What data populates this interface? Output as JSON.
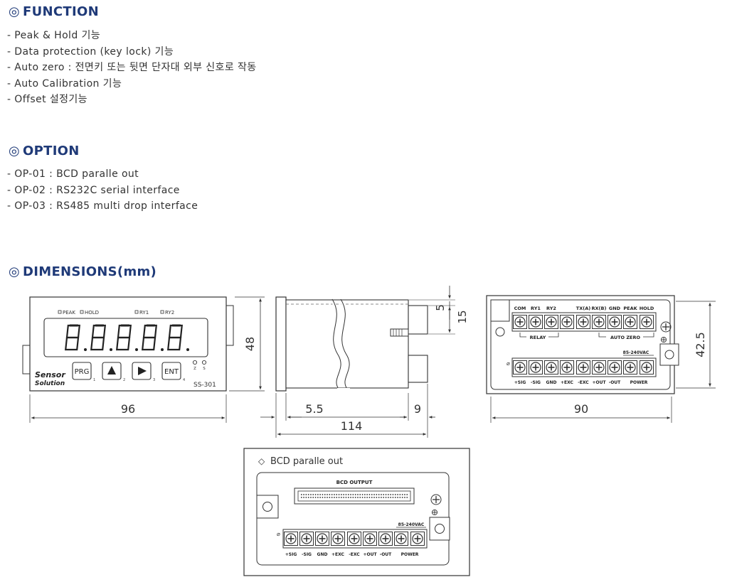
{
  "function": {
    "title_mark": "◎",
    "title": "FUNCTION",
    "items": [
      "- Peak & Hold 기능",
      "- Data protection (key lock) 기능",
      "- Auto zero : 전면키 또는 뒷면 단자대 외부 신호로 작동",
      "- Auto Calibration 기능",
      "- Offset 설정기능"
    ]
  },
  "option": {
    "title_mark": "◎",
    "title": "OPTION",
    "items": [
      "- OP-01 : BCD paralle out",
      "- OP-02 : RS232C serial interface",
      "- OP-03 : RS485 multi drop interface"
    ]
  },
  "dimensions": {
    "title_mark": "◎",
    "title": "DIMENSIONS(mm)",
    "front": {
      "indicators": [
        "PEAK",
        "HOLD",
        "RY1",
        "RY2"
      ],
      "digits": [
        "8.",
        "8.",
        "8.",
        "8.",
        "8."
      ],
      "buttons": [
        "PRG",
        "▲",
        "▶",
        "ENT"
      ],
      "button_numbers": [
        "1",
        "2",
        "3",
        "4"
      ],
      "aux_labels": [
        "Z",
        "S"
      ],
      "logo_line1": "Sensor",
      "logo_line2": "Solution",
      "model": "SS-301",
      "width_dim": "96",
      "height_dim": "48"
    },
    "side": {
      "dim_a": "5.5",
      "dim_b": "9",
      "dim_total": "114",
      "dim_top1": "5",
      "dim_top2": "15"
    },
    "rear": {
      "top_labels": [
        "COM",
        "RY1",
        "RY2",
        "TX(A)",
        "RX(B)",
        "GND",
        "PEAK",
        "HOLD"
      ],
      "group_relay": "RELAY",
      "group_auto_zero": "AUTO ZERO",
      "power_spec": "85-240VAC",
      "bottom_labels": [
        "+SIG",
        "-SIG",
        "GND",
        "+EXC",
        "-EXC",
        "+OUT",
        "-OUT",
        "POWER"
      ],
      "width_dim": "90",
      "height_dim": "42.5"
    },
    "bcd": {
      "title_mark": "◇",
      "title": "BCD paralle out",
      "connector_label": "BCD OUTPUT",
      "power_spec": "85-240VAC",
      "bottom_labels": [
        "+SIG",
        "-SIG",
        "GND",
        "+EXC",
        "-EXC",
        "+OUT",
        "-OUT",
        "POWER"
      ]
    }
  }
}
